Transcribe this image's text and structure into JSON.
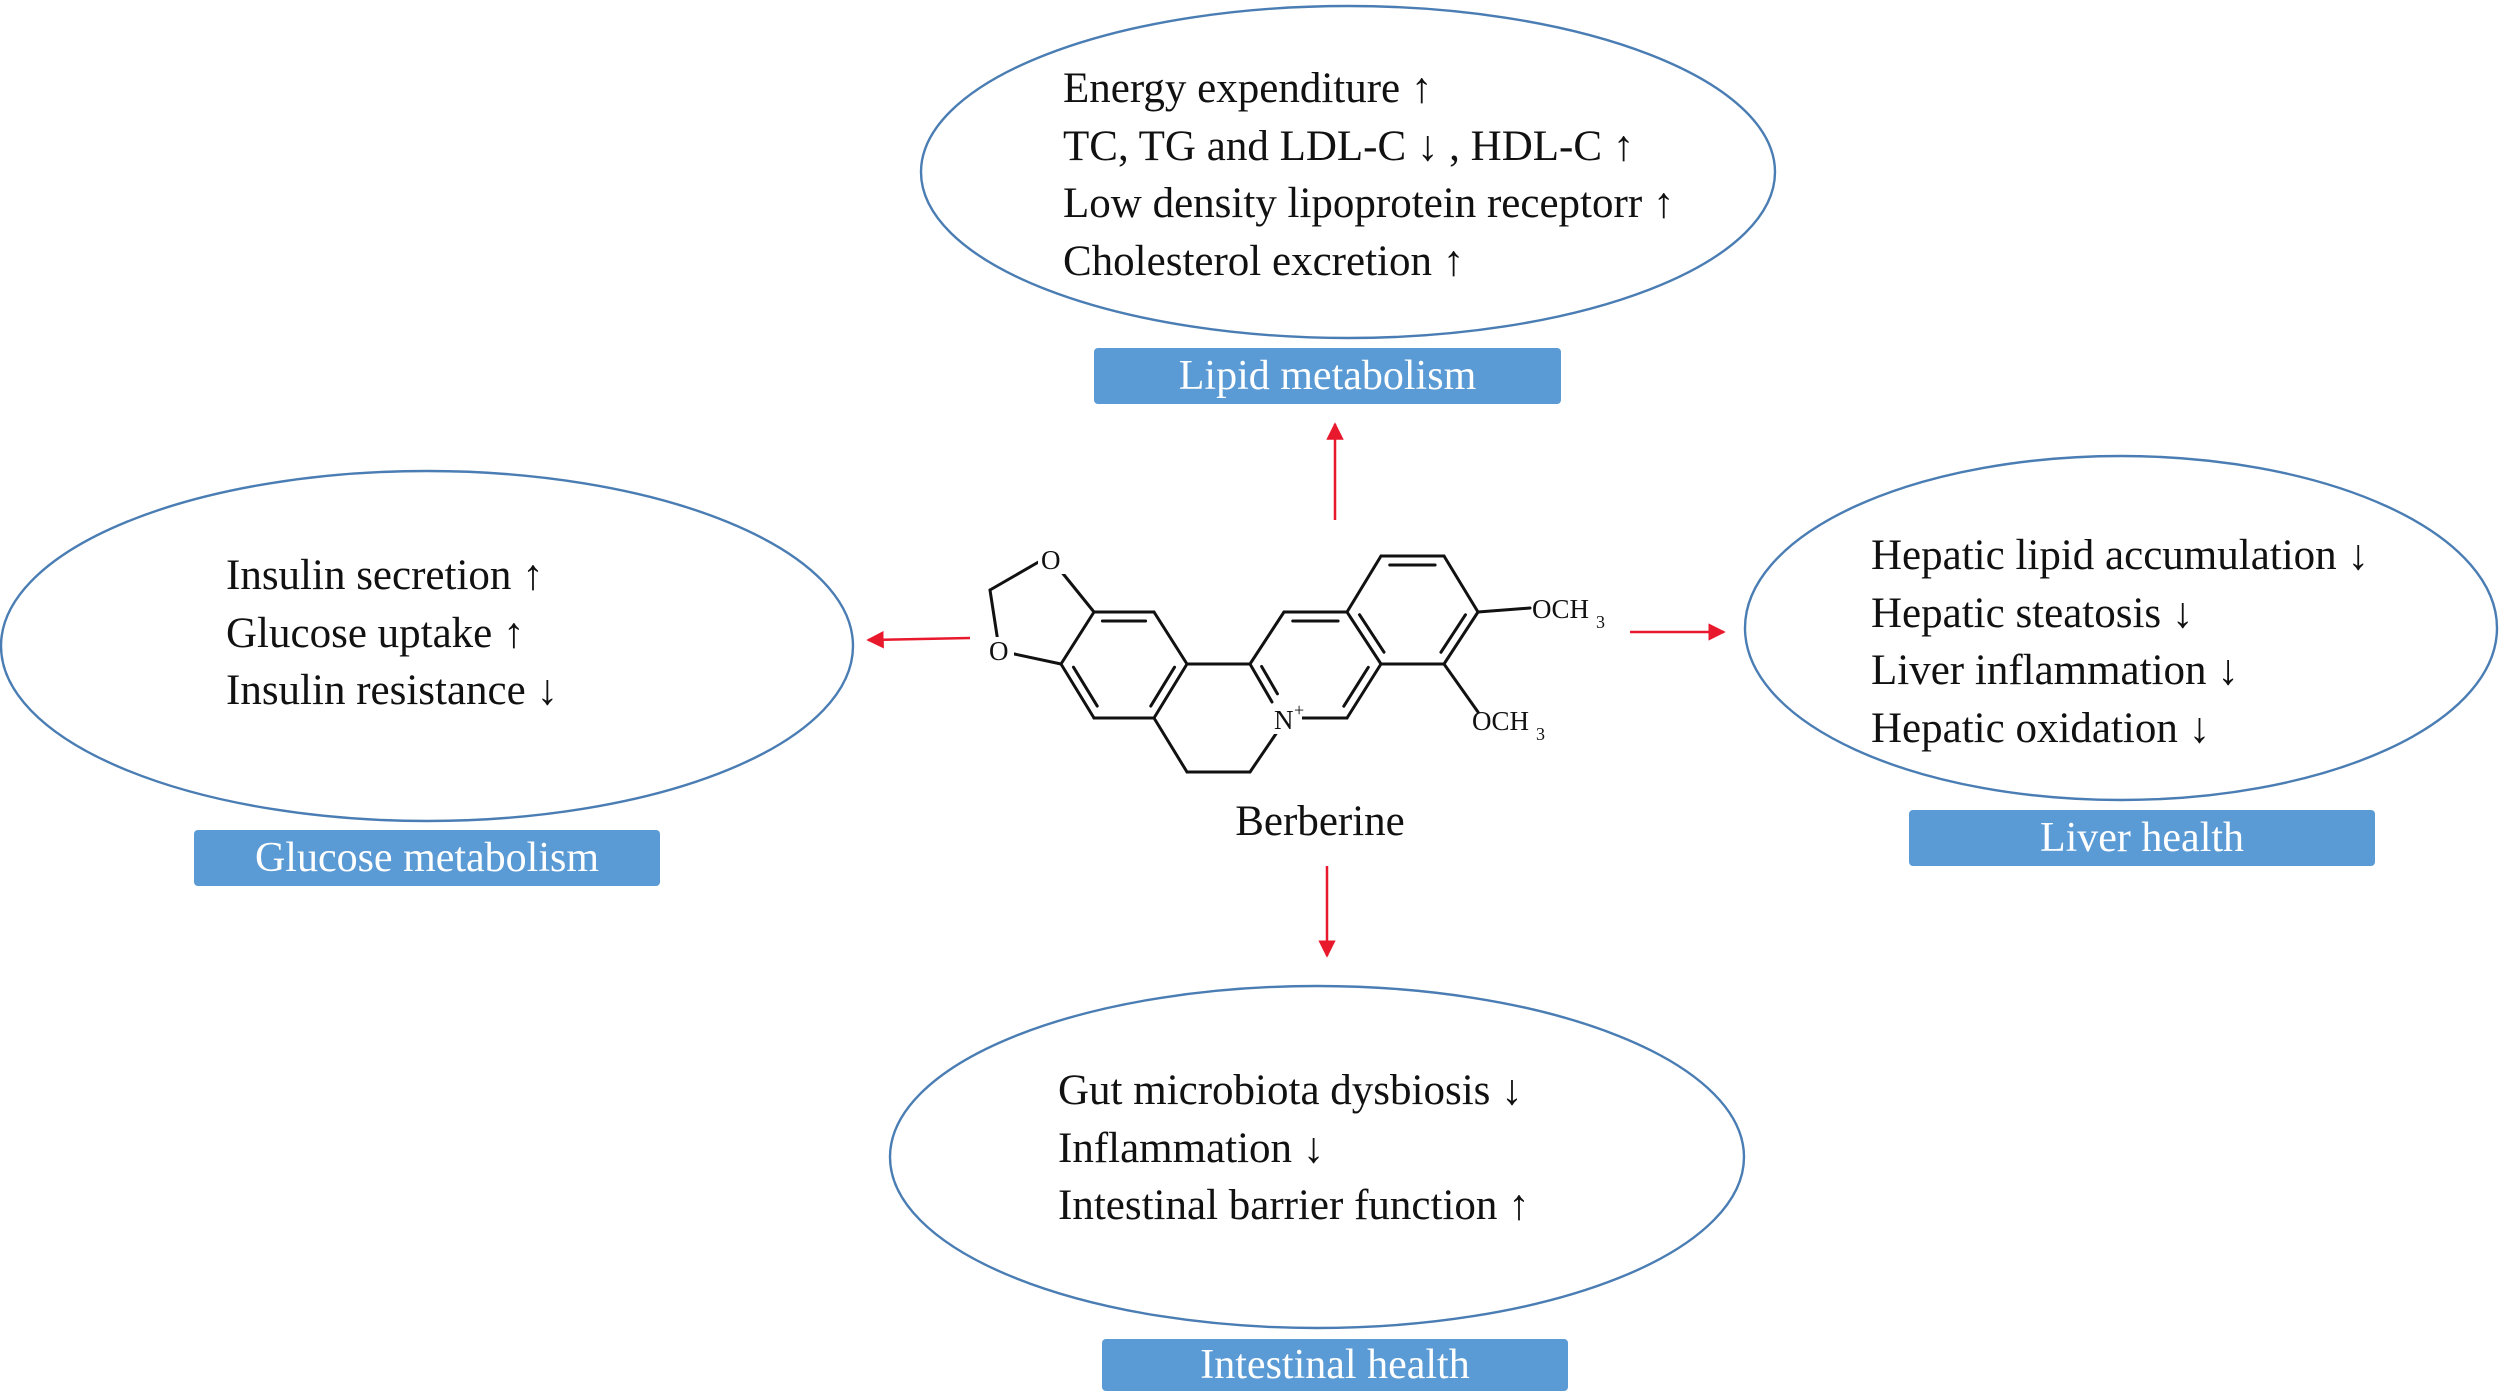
{
  "molecule": {
    "name": "Berberine",
    "atom_labels": {
      "oxygen": "O",
      "nitrogen": "N",
      "positive_charge": "+",
      "methoxy_prefix": "OCH",
      "methoxy_subscript": "3"
    }
  },
  "categories": {
    "lipid": {
      "label": "Lipid metabolism",
      "effects": [
        "Energy expenditure ↑",
        "TC, TG and LDL-C ↓ , HDL-C ↑",
        "Low density lipoprotein receptorr ↑",
        "Cholesterol excretion ↑"
      ]
    },
    "glucose": {
      "label": "Glucose metabolism",
      "effects": [
        "Insulin secretion ↑",
        "Glucose uptake ↑",
        "Insulin resistance ↓"
      ]
    },
    "liver": {
      "label": "Liver health",
      "effects": [
        "Hepatic lipid accumulation ↓",
        "Hepatic steatosis ↓",
        "Liver inflammation ↓",
        "Hepatic oxidation ↓"
      ]
    },
    "intestinal": {
      "label": "Intestinal health",
      "effects": [
        "Gut microbiota dysbiosis ↓",
        "Inflammation ↓",
        "Intestinal barrier function ↑"
      ]
    }
  },
  "colors": {
    "ellipse_stroke": "#4a7db3",
    "label_fill": "#5b9bd5",
    "label_text": "#ffffff",
    "arrow": "#e8192c",
    "text": "#111111"
  }
}
